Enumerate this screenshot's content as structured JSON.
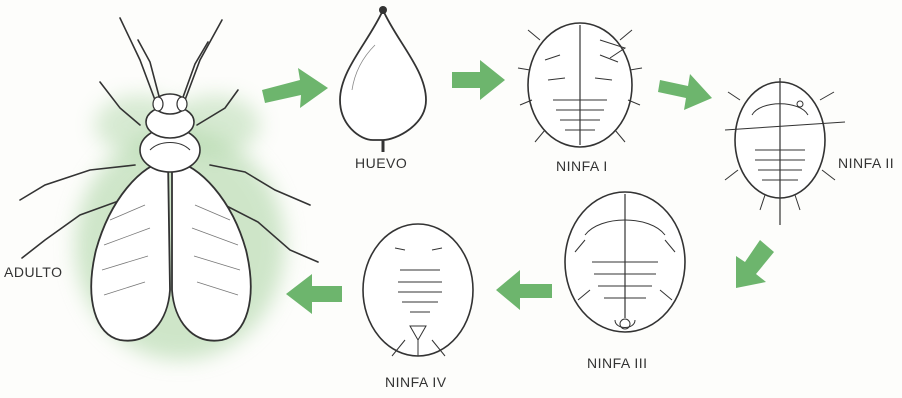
{
  "diagram": {
    "stages": [
      {
        "id": "adulto",
        "label": "ADULTO"
      },
      {
        "id": "huevo",
        "label": "HUEVO"
      },
      {
        "id": "ninfa1",
        "label": "NINFA I"
      },
      {
        "id": "ninfa2",
        "label": "NINFA II"
      },
      {
        "id": "ninfa3",
        "label": "NINFA III"
      },
      {
        "id": "ninfa4",
        "label": "NINFA IV"
      }
    ],
    "colors": {
      "arrow": "#6db56d",
      "halo": "#a8d3a0",
      "ink": "#333333"
    }
  }
}
